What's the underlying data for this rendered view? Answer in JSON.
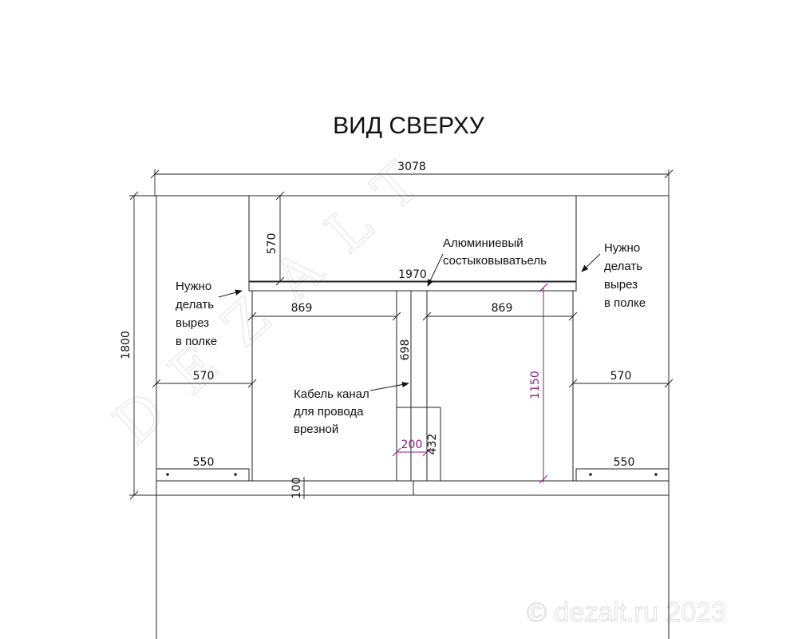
{
  "title": "ВИД СВЕРХУ",
  "dimensions": {
    "overall_width": "3078",
    "overall_height": "1800",
    "top_section": "570",
    "shelf_span": "1970",
    "left_niche": "869",
    "right_niche": "869",
    "left_shelf": "570",
    "right_shelf": "570",
    "left_bottom": "550",
    "right_bottom": "550",
    "channel_height": "698",
    "box_width": "200",
    "box_height": "432",
    "plinth": "100",
    "tv_height": "1150"
  },
  "notes": {
    "left_cutout": [
      "Нужно",
      "делать",
      "вырез",
      "в полке"
    ],
    "right_cutout": [
      "Нужно",
      "делать",
      "вырез",
      "в полке"
    ],
    "connector": [
      "Алюминиевый",
      "состыковыватьель"
    ],
    "cable": [
      "Кабель канал",
      "для провода",
      "врезной"
    ]
  },
  "watermark": "DEZALT",
  "copyright": "© dezalt.ru 2023",
  "colors": {
    "line": "#222222",
    "accent_dimension": "#8a1f7a",
    "watermark": "#e6e6e6"
  }
}
